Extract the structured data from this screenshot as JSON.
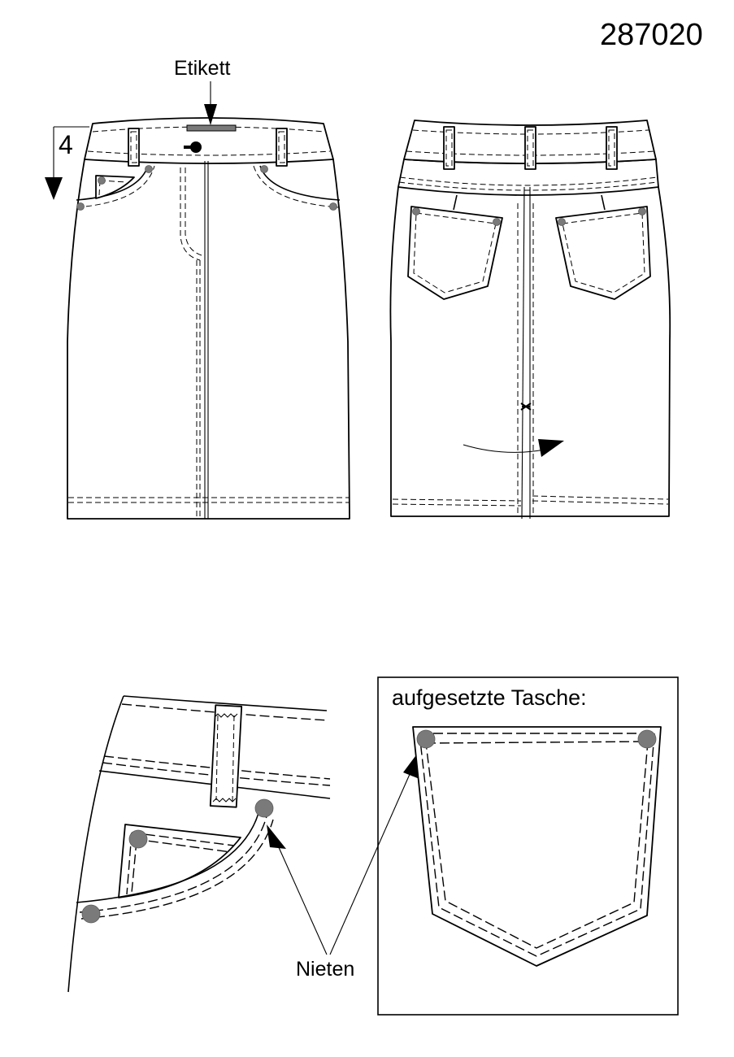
{
  "model_number": "287020",
  "labels": {
    "label": "Etikett",
    "length_mark": "4",
    "rivets": "Nieten",
    "patch_pocket": "aufgesetzte Tasche:"
  },
  "views": [
    "front-view",
    "back-view",
    "detail-front-pocket",
    "detail-back-pocket"
  ],
  "colors": {
    "line": "#000000",
    "rivet": "#7a7a7a",
    "background": "#ffffff"
  }
}
